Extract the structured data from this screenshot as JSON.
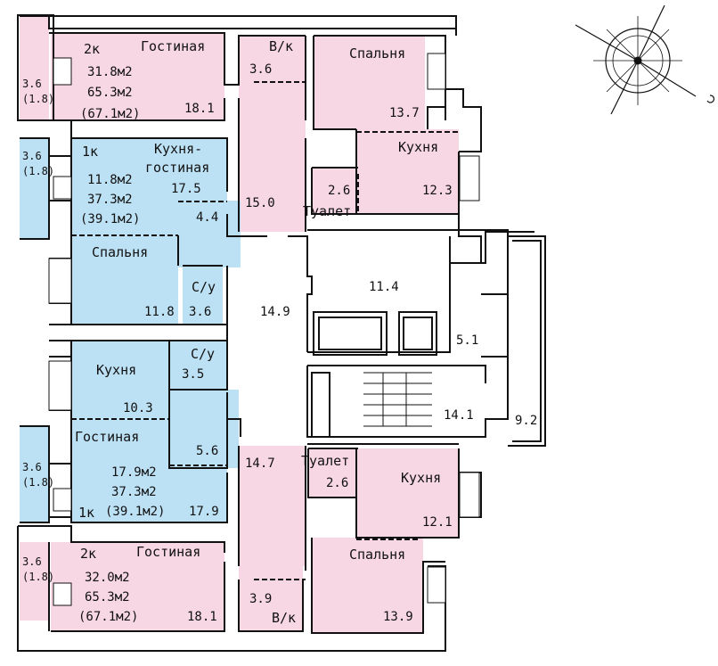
{
  "colors": {
    "pink": "#f7d7e3",
    "blue": "#bde1f4",
    "wall": "#111111",
    "balcony_pink": "#f7d7e3"
  },
  "compass": {
    "icon": "compass-rose-icon"
  },
  "apartments": {
    "top_2k": {
      "type": "2к",
      "living": "31.8м2",
      "total": "65.3м2",
      "total_w": "(67.1м2)",
      "living_room": "Гостиная",
      "living_room_area": "18.1",
      "wardrobe": "В/к",
      "wardrobe_area": "3.6",
      "hall_area": "15.0",
      "bedroom": "Спальня",
      "bedroom_area": "13.7",
      "kitchen": "Кухня",
      "kitchen_area": "12.3",
      "toilet": "Туалет",
      "toilet_area": "2.6",
      "balcony": "3.6",
      "balcony_sub": "(1.8)"
    },
    "upper_1k": {
      "type": "1к",
      "living": "11.8м2",
      "total": "37.3м2",
      "total_w": "(39.1м2)",
      "kitchen": "Кухня-",
      "kitchen2": "гостиная",
      "kitchen_area": "17.5",
      "hall_area": "4.4",
      "bedroom": "Спальня",
      "bedroom_area": "11.8",
      "bath": "С/у",
      "bath_area": "3.6",
      "balcony": "3.6",
      "balcony_sub": "(1.8)"
    },
    "lower_1k": {
      "type": "1к",
      "living": "17.9м2",
      "total": "37.3м2",
      "total_w": "(39.1м2)",
      "kitchen": "Кухня",
      "kitchen_area": "10.3",
      "bath": "С/у",
      "bath_area": "3.5",
      "living_room": "Гостиная",
      "living_room_area": "17.9",
      "hall_area": "5.6",
      "balcony": "3.6",
      "balcony_sub": "(1.8)"
    },
    "bottom_2k": {
      "type": "2к",
      "living": "32.0м2",
      "total": "65.3м2",
      "total_w": "(67.1м2)",
      "living_room": "Гостиная",
      "living_room_area": "18.1",
      "wardrobe": "В/к",
      "wardrobe_area": "3.9",
      "hall_area": "14.7",
      "bedroom": "Спальня",
      "bedroom_area": "13.9",
      "kitchen": "Кухня",
      "kitchen_area": "12.1",
      "toilet": "Туалет",
      "toilet_area": "2.6",
      "balcony": "3.6",
      "balcony_sub": "(1.8)"
    }
  },
  "common": {
    "corridor_area": "14.9",
    "elevator_hall_area": "11.4",
    "shaft_area": "5.1",
    "stair_area": "14.1",
    "loggia_area": "9.2"
  }
}
